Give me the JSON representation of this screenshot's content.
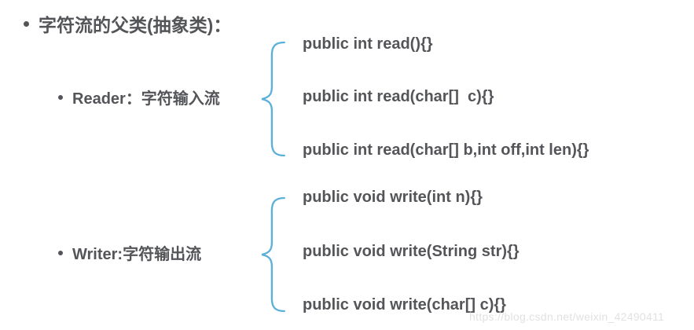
{
  "page": {
    "title": "字符流的父类(抽象类)：",
    "watermark": "https://blog.csdn.net/weixin_42490411"
  },
  "colors": {
    "text": "#545559",
    "brace": "#5ab0d8",
    "watermark": "#c9c9c9",
    "background": "#ffffff"
  },
  "reader": {
    "label": "Reader：字符输入流",
    "methods": [
      "public int read(){}",
      "public int read(char[]  c){}",
      "public int read(char[] b,int off,int len){}"
    ]
  },
  "writer": {
    "label": "Writer:字符输出流",
    "methods": [
      "public void write(int n){}",
      "public void write(String str){}",
      "public void write(char[] c){}"
    ]
  }
}
